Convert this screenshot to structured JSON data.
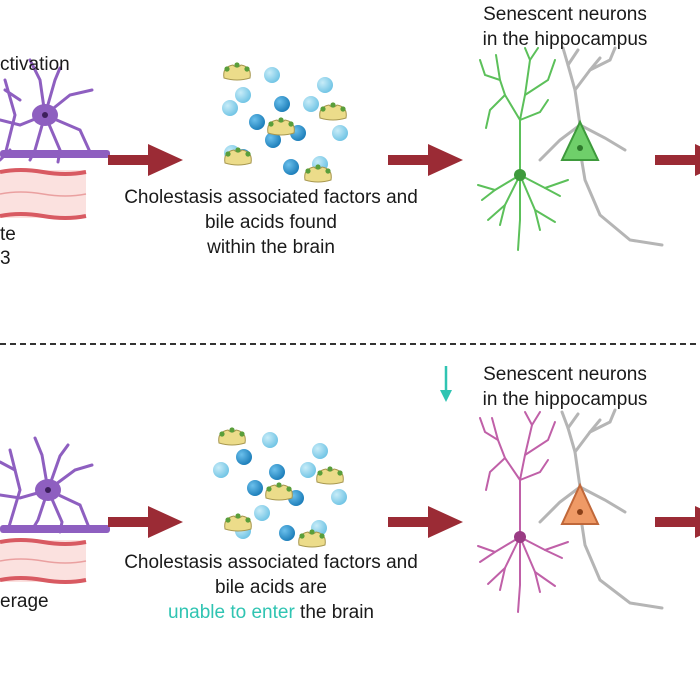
{
  "colors": {
    "arrow": "#9b2b35",
    "astrocyte": "#8e5fc0",
    "astrocyte_soma": "#6b3aa0",
    "vessel": "#d85a62",
    "vessel_fill": "#fbe1df",
    "neuron_green": "#5cc05a",
    "neuron_magenta": "#c060a8",
    "neuron_gray": "#b5b5b5",
    "soma_green": "#4db04a",
    "soma_orange": "#e89058",
    "bile_light": "#7fcbe6",
    "bile_dark": "#2a8fc8",
    "factor_fill": "#ecdc8a",
    "factor_dot": "#5a9e3a",
    "teal_accent": "#2fc4b2",
    "divider": "#333333"
  },
  "top": {
    "left_label_top": "ctivation",
    "left_label_bottom_1": "te",
    "left_label_bottom_2": "3",
    "middle_line_1": "Cholestasis associated factors and",
    "middle_line_2": "bile acids found",
    "middle_line_3": "within the brain",
    "right_line_1": "Senescent neurons",
    "right_line_2": "in the hippocampus"
  },
  "bottom": {
    "left_label_bottom": "erage",
    "middle_line_1": "Cholestasis associated factors and",
    "middle_line_2": "bile acids are",
    "middle_line_3_highlight": "unable to enter",
    "middle_line_3_rest": " the brain",
    "right_line_1": "Senescent neurons",
    "right_line_2": "in the hippocampus",
    "decrease_icon": "down-arrow-icon"
  }
}
